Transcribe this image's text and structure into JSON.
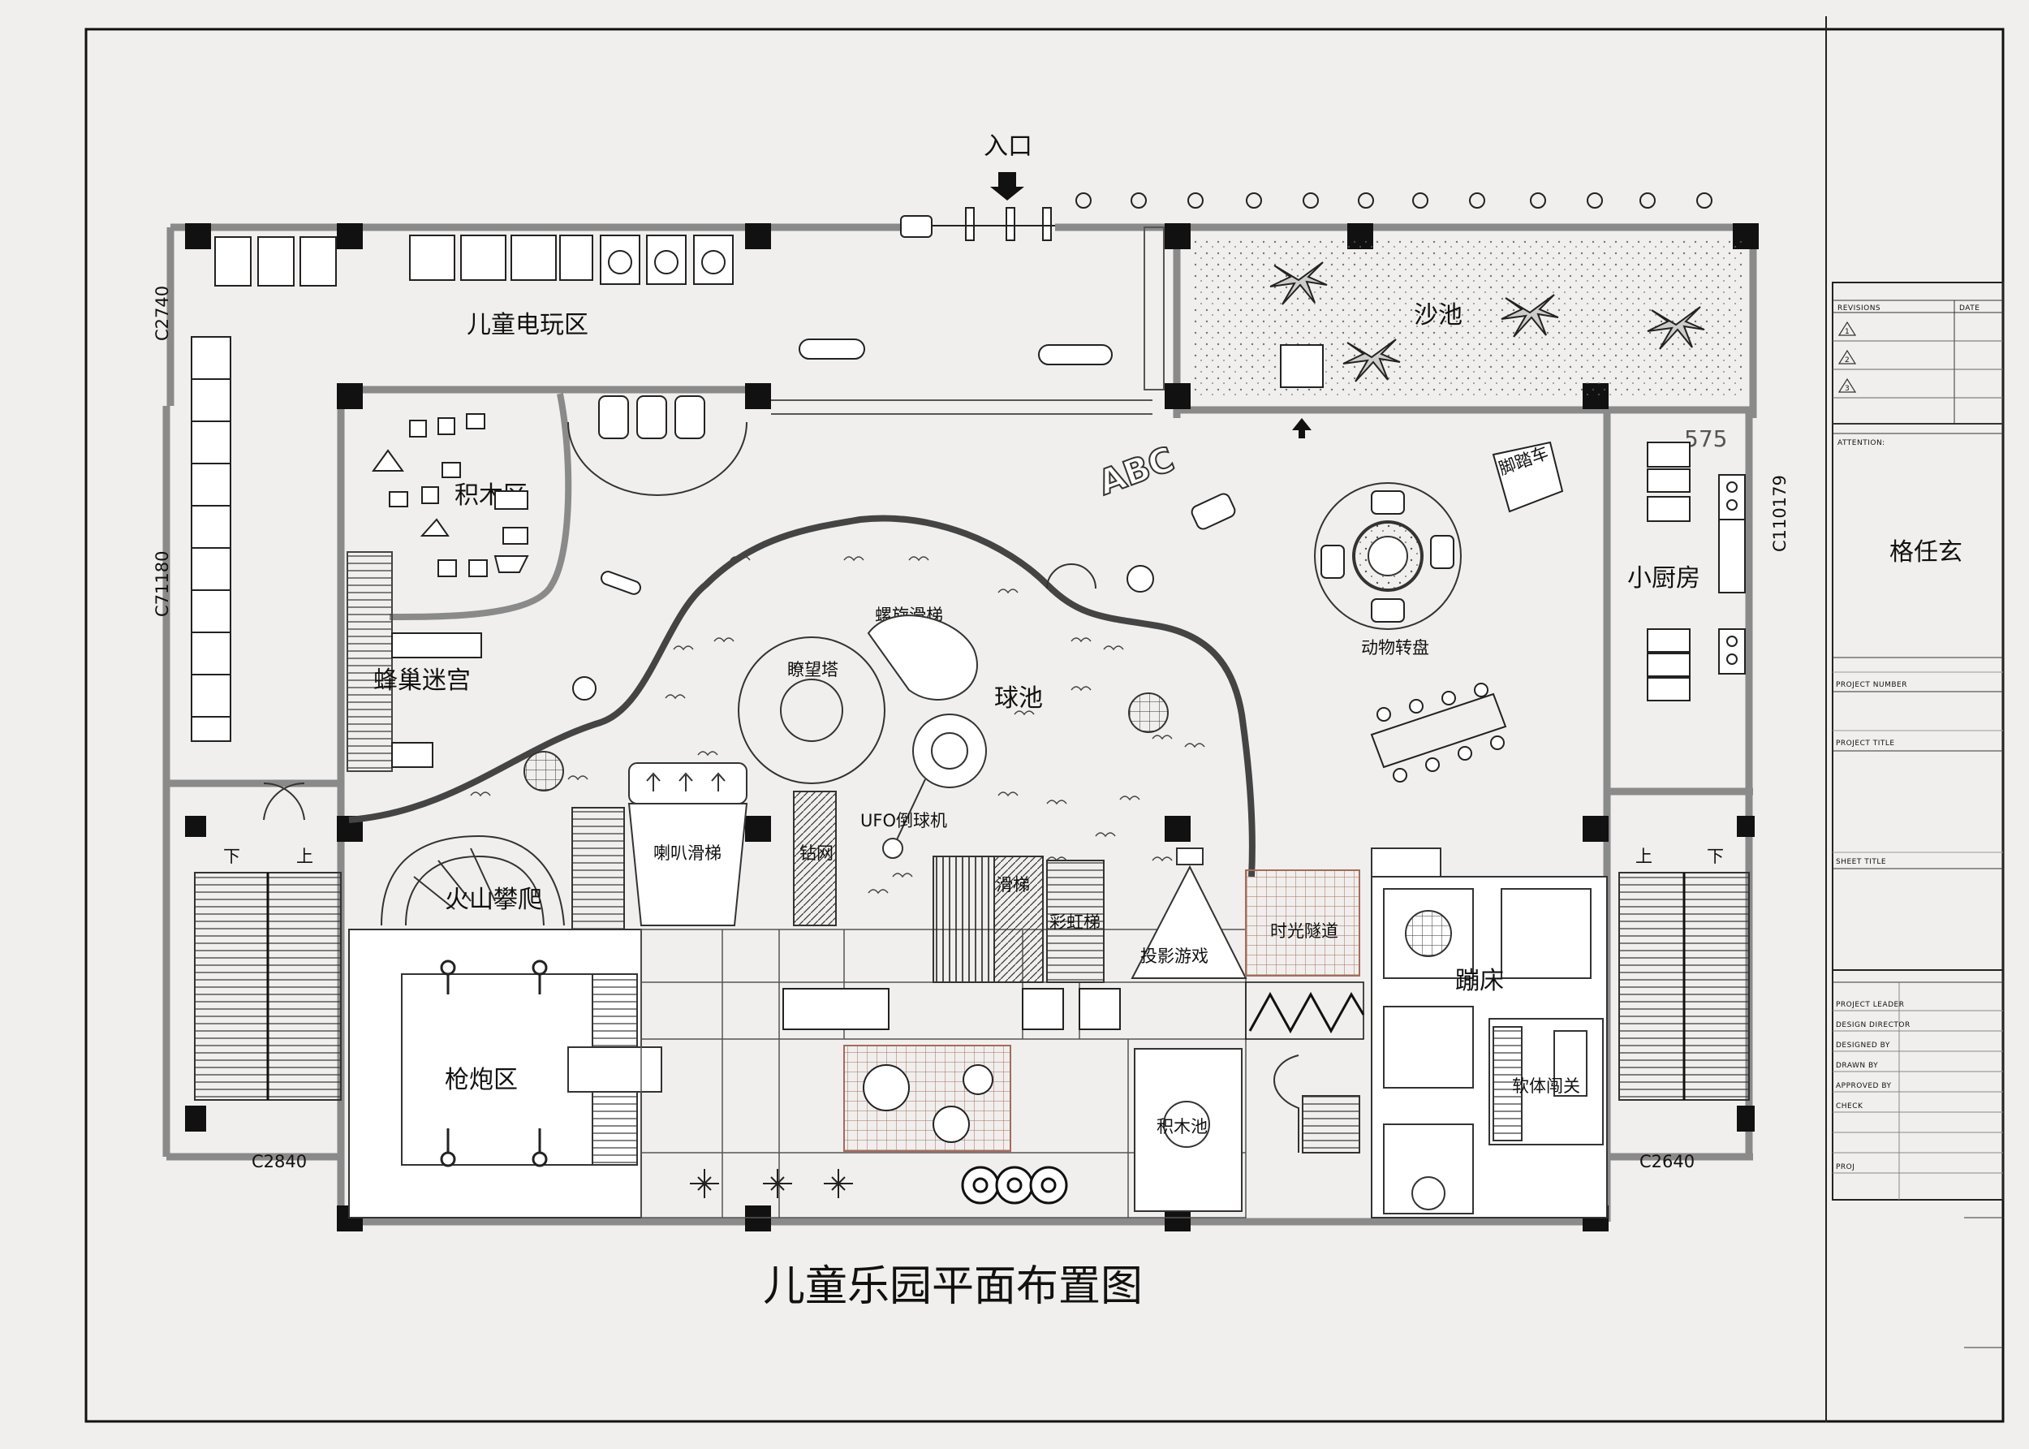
{
  "drawing": {
    "title": "儿童乐园平面布置图",
    "entrance": "入口",
    "zones": {
      "game_zone": "儿童电玩区",
      "sand_pool": "沙池",
      "blocks_zone": "积木区",
      "honeycomb_maze": "蜂巢迷宫",
      "watch_tower": "瞭望塔",
      "spiral_slide": "螺旋滑梯",
      "ball_pool": "球池",
      "ufo_ball_machine": "UFO倒球机",
      "horn_slide": "喇叭滑梯",
      "climb_net": "钻网",
      "volcano_climb": "火山攀爬",
      "gun_zone": "枪炮区",
      "rock_slide": "滑梯",
      "rainbow_ladder": "彩虹梯",
      "projection_game": "投影游戏",
      "time_tunnel": "时光隧道",
      "trampoline": "蹦床",
      "soft_level": "软体闯关",
      "block_pool": "积木池",
      "animal_carousel": "动物转盘",
      "kick_car": "脚踏车",
      "kitchen": "小厨房",
      "abc_sign": "ABC"
    },
    "dims": {
      "c2740": "C2740",
      "c7118": "C71180",
      "c2840": "C2840",
      "c2640": "C2640",
      "c110179": "C110179",
      "d575": "575"
    },
    "stairs": {
      "down": "下",
      "up": "上"
    }
  },
  "title_block": {
    "revisions": "REVISIONS",
    "date": "DATE",
    "rev_marks": [
      "1",
      "2",
      "3"
    ],
    "attention": "ATTENTION:",
    "designer": "格任玄",
    "project_number": "PROJECT NUMBER",
    "project_title": "PROJECT TITLE",
    "sheet_title": "SHEET TITLE",
    "rows": [
      "PROJECT LEADER",
      "DESIGN DIRECTOR",
      "DESIGNED BY",
      "DRAWN BY",
      "APPROVED BY",
      "CHECK",
      "PROJ"
    ]
  }
}
